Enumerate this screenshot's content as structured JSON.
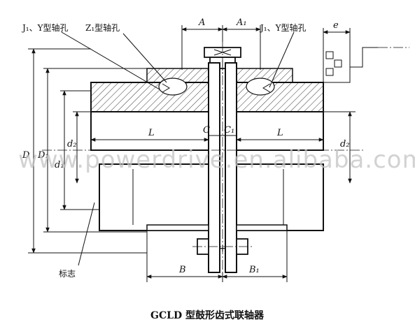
{
  "callouts": {
    "j1y_left": "J₁、Y型轴孔",
    "z1": "Z₁型轴孔",
    "j1y_right": "J₁、Y型轴孔",
    "mark": "标志"
  },
  "dimensions": {
    "A": "A",
    "A1": "A₁",
    "e": "e",
    "L_left": "L",
    "L_right": "L",
    "C": "C",
    "C1": "C₁",
    "D": "D",
    "D1": "D₁",
    "d2": "d₂",
    "d1": "d₁",
    "d2_right": "d₂",
    "B": "B",
    "B1": "B₁"
  },
  "watermark": "www.powerdrive.en.alibaba.com",
  "caption": "GCLD 型鼓形齿式联轴器"
}
